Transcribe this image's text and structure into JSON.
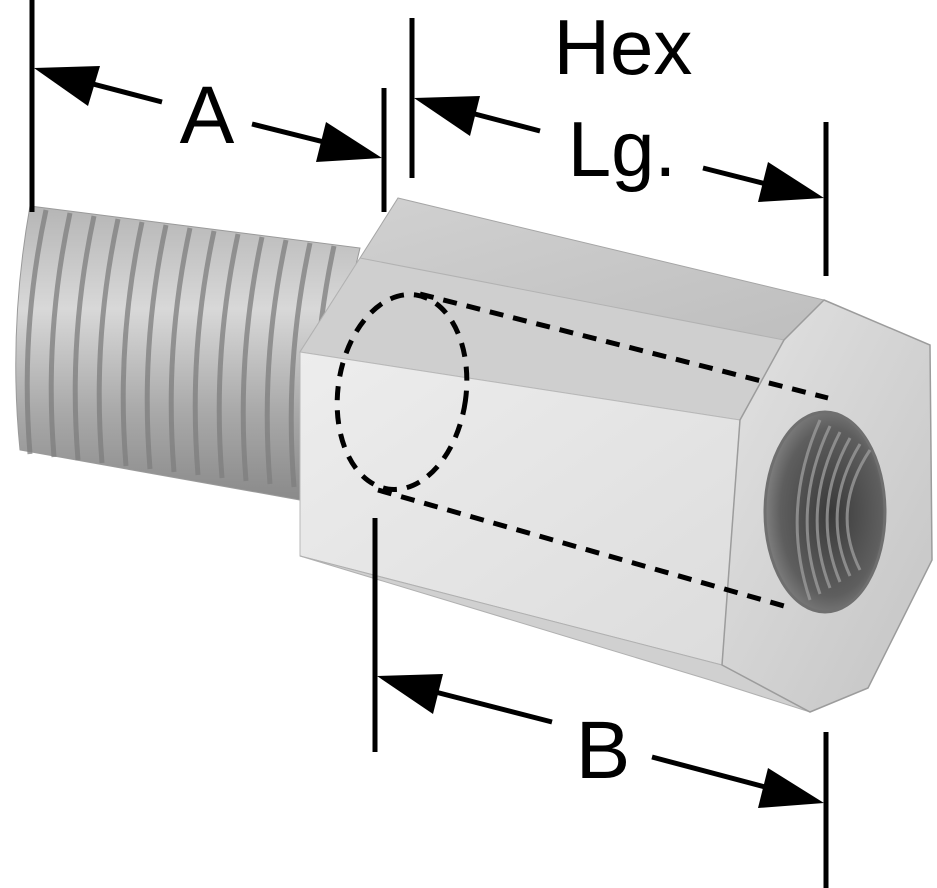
{
  "labels": {
    "a": "A",
    "hex_line1": "Hex",
    "hex_line2": "Lg.",
    "b": "B"
  },
  "colors": {
    "ink": "#000000",
    "metal_light": "#e6e6e6",
    "metal_mid": "#c9c9c9",
    "metal_dark": "#8e8e8e"
  }
}
